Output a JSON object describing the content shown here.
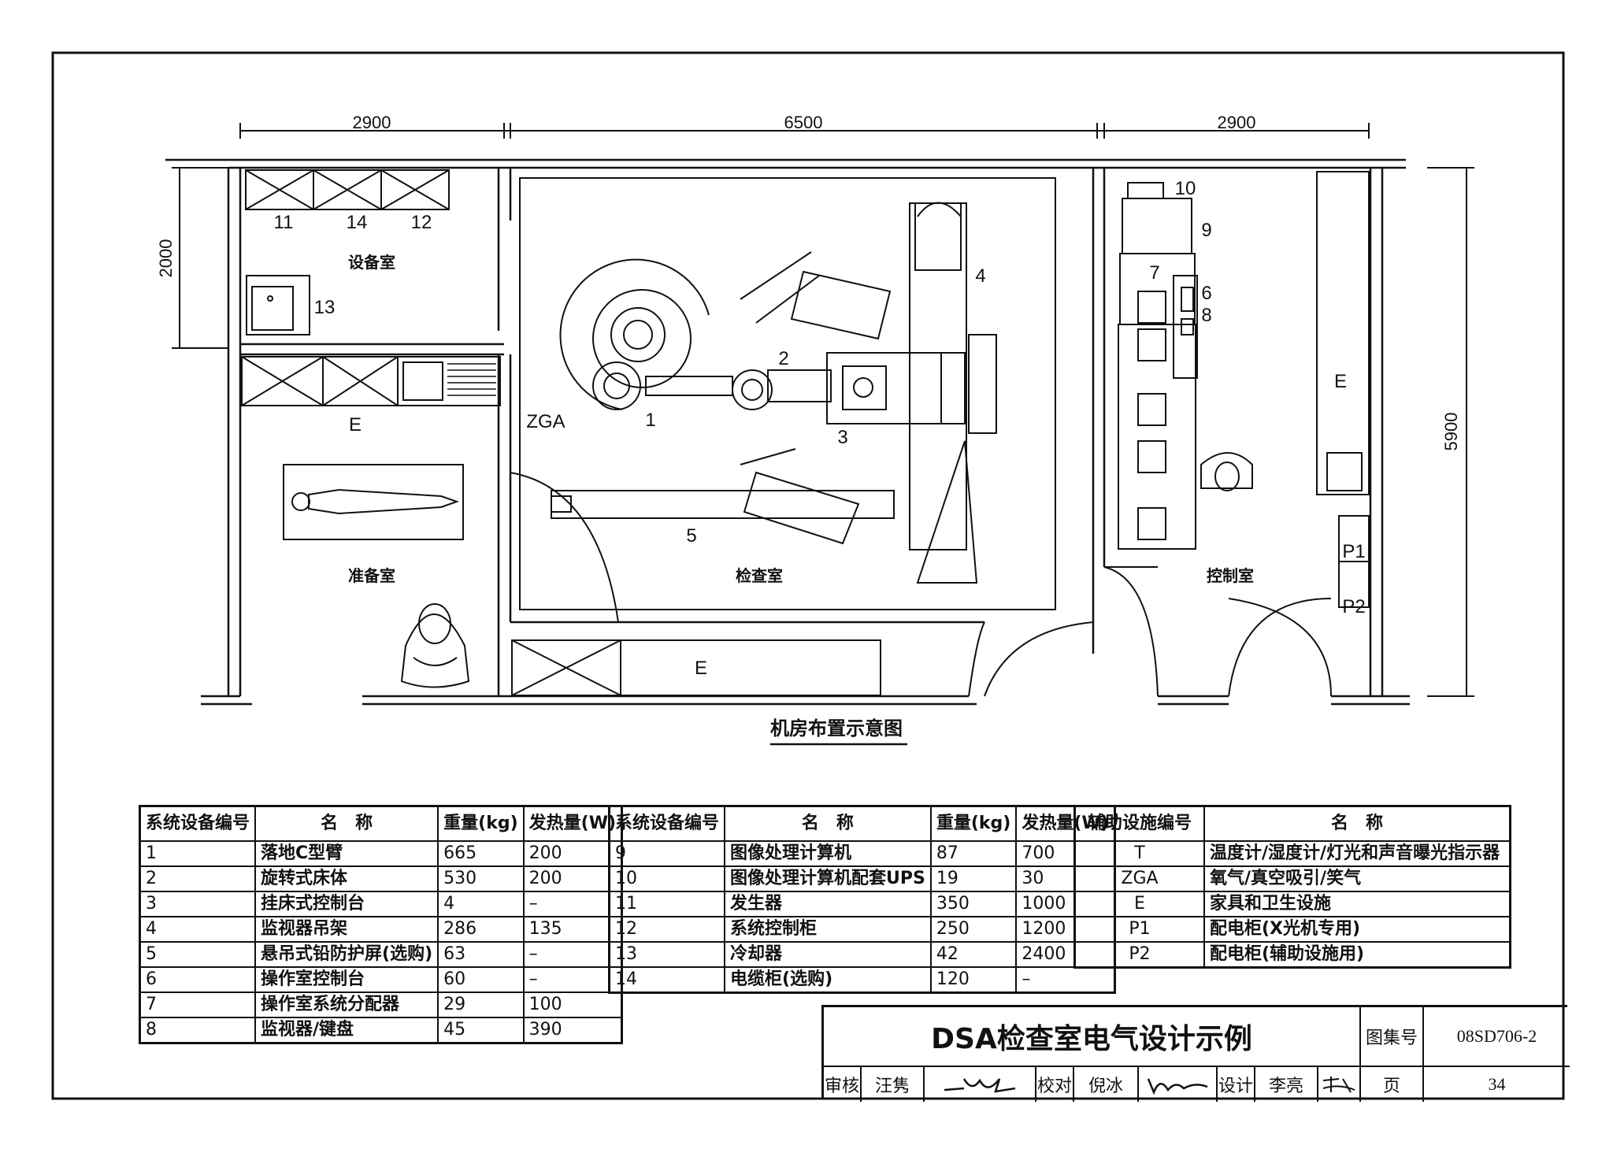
{
  "plan": {
    "caption": "机房布置示意图",
    "dimensions": {
      "top": [
        "2900",
        "6500",
        "2900"
      ],
      "left": "2000",
      "right": "5900"
    },
    "rooms": {
      "equipment": "设备室",
      "prep": "准备室",
      "exam": "检查室",
      "control": "控制室"
    },
    "labels": {
      "e": "E",
      "zga": "ZGA",
      "p1": "P1",
      "p2": "P2",
      "n1": "1",
      "n2": "2",
      "n3": "3",
      "n4": "4",
      "n5": "5",
      "n6": "6",
      "n7": "7",
      "n8": "8",
      "n9": "9",
      "n10": "10",
      "n11": "11",
      "n12": "12",
      "n13": "13",
      "n14": "14"
    }
  },
  "table1": {
    "headers": [
      "系统设备编号",
      "名　称",
      "重量(kg)",
      "发热量(W)"
    ],
    "rows": [
      [
        "1",
        "落地C型臂",
        "665",
        "200"
      ],
      [
        "2",
        "旋转式床体",
        "530",
        "200"
      ],
      [
        "3",
        "挂床式控制台",
        "4",
        "–"
      ],
      [
        "4",
        "监视器吊架",
        "286",
        "135"
      ],
      [
        "5",
        "悬吊式铅防护屏(选购)",
        "63",
        "–"
      ],
      [
        "6",
        "操作室控制台",
        "60",
        "–"
      ],
      [
        "7",
        "操作室系统分配器",
        "29",
        "100"
      ],
      [
        "8",
        "监视器/键盘",
        "45",
        "390"
      ]
    ]
  },
  "table2": {
    "headers": [
      "系统设备编号",
      "名　称",
      "重量(kg)",
      "发热量(W)"
    ],
    "rows": [
      [
        "9",
        "图像处理计算机",
        "87",
        "700"
      ],
      [
        "10",
        "图像处理计算机配套UPS",
        "19",
        "30"
      ],
      [
        "11",
        "发生器",
        "350",
        "1000"
      ],
      [
        "12",
        "系统控制柜",
        "250",
        "1200"
      ],
      [
        "13",
        "冷却器",
        "42",
        "2400"
      ],
      [
        "14",
        "电缆柜(选购)",
        "120",
        "–"
      ]
    ]
  },
  "table3": {
    "headers": [
      "辅助设施编号",
      "名　称"
    ],
    "rows": [
      [
        "T",
        "温度计/湿度计/灯光和声音曝光指示器"
      ],
      [
        "ZGA",
        "氧气/真空吸引/笑气"
      ],
      [
        "E",
        "家具和卫生设施"
      ],
      [
        "P1",
        "配电柜(X光机专用)"
      ],
      [
        "P2",
        "配电柜(辅助设施用)"
      ]
    ]
  },
  "titleblock": {
    "title": "DSA检查室电气设计示例",
    "atlas_label": "图集号",
    "atlas_no": "08SD706-2",
    "review_label": "审核",
    "reviewer": "汪隽",
    "check_label": "校对",
    "checker": "倪冰",
    "design_label": "设计",
    "designer": "李亮",
    "page_label": "页",
    "page_no": "34"
  }
}
